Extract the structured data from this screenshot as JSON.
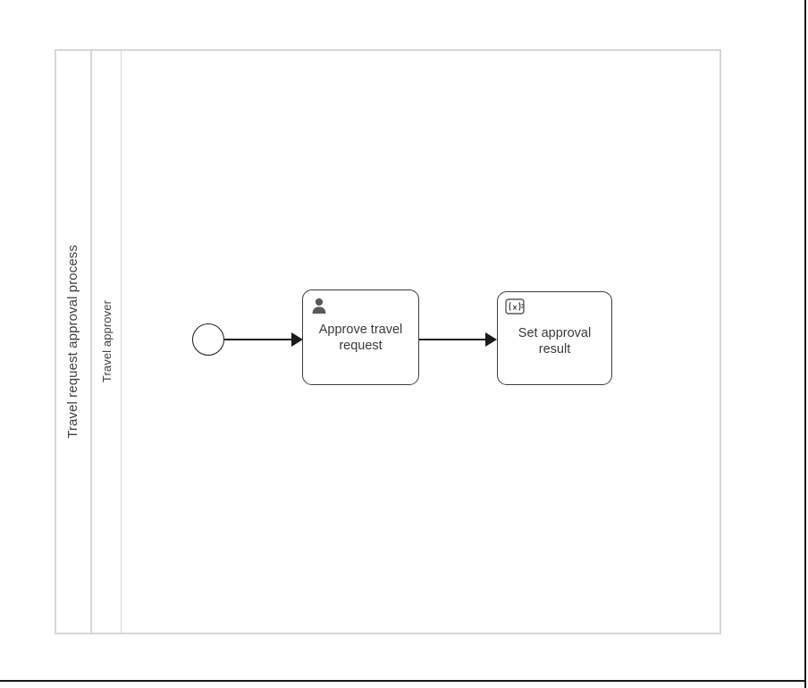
{
  "diagram": {
    "type": "bpmn-process",
    "pool": {
      "name": "Travel request approval process",
      "lanes": [
        {
          "name": "Travel approver"
        }
      ]
    },
    "elements": [
      {
        "id": "start-event",
        "type": "start-event",
        "name": "",
        "icon": "start-event-circle-icon"
      },
      {
        "id": "task-approve-travel-request",
        "type": "user-task",
        "name": "Approve travel request",
        "icon": "user-task-person-icon"
      },
      {
        "id": "task-set-approval-result",
        "type": "script-task",
        "name": "Set approval result",
        "icon": "script-task-assignment-icon"
      }
    ],
    "flows": [
      {
        "id": "flow-start-to-approve",
        "source": "start-event",
        "target": "task-approve-travel-request",
        "label": ""
      },
      {
        "id": "flow-approve-to-set",
        "source": "task-approve-travel-request",
        "target": "task-set-approval-result",
        "label": ""
      }
    ]
  },
  "colors": {
    "pool_border": "#d6d6d6",
    "shape_border": "#3c3c3c",
    "flow_line": "#1a1a1a",
    "text": "#404040",
    "marker": "#595959",
    "canvas_background": "#ffffff"
  }
}
